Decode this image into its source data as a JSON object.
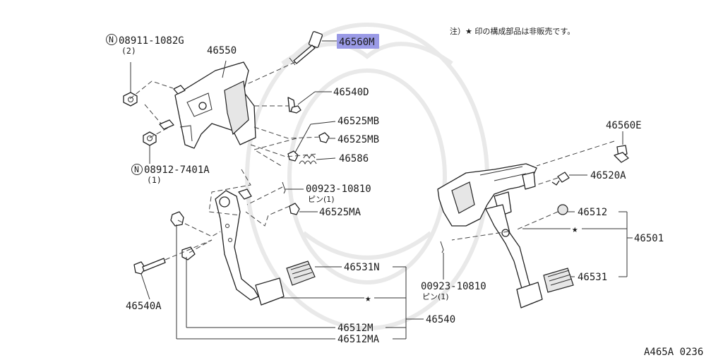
{
  "note": "注）★ 印の構成部品は非販売です。",
  "figure_code": "A465A 0236",
  "highlight_color": "#9a9ae6",
  "parts": {
    "p46560M": "46560M",
    "p08911": "08911-1082G",
    "p08911_qty": "(2)",
    "p46550": "46550",
    "p46540D": "46540D",
    "p46525MB_a": "46525MB",
    "p46525MB_b": "46525MB",
    "p46586": "46586",
    "p08912": "08912-7401A",
    "p08912_qty": "(1)",
    "pin_a": "00923-10810",
    "pin_a_qty": "ピン(1)",
    "p46525MA": "46525MA",
    "p46531N": "46531N",
    "p46540A": "46540A",
    "p46512M": "46512M",
    "p46512MA": "46512MA",
    "p46540": "46540",
    "p46560E": "46560E",
    "p46520A": "46520A",
    "p46512": "46512",
    "p46501": "46501",
    "pin_b": "00923-10810",
    "pin_b_qty": "ピン(1)",
    "p46531": "46531"
  },
  "symbols": {
    "star": "★",
    "n_mark": "N"
  }
}
